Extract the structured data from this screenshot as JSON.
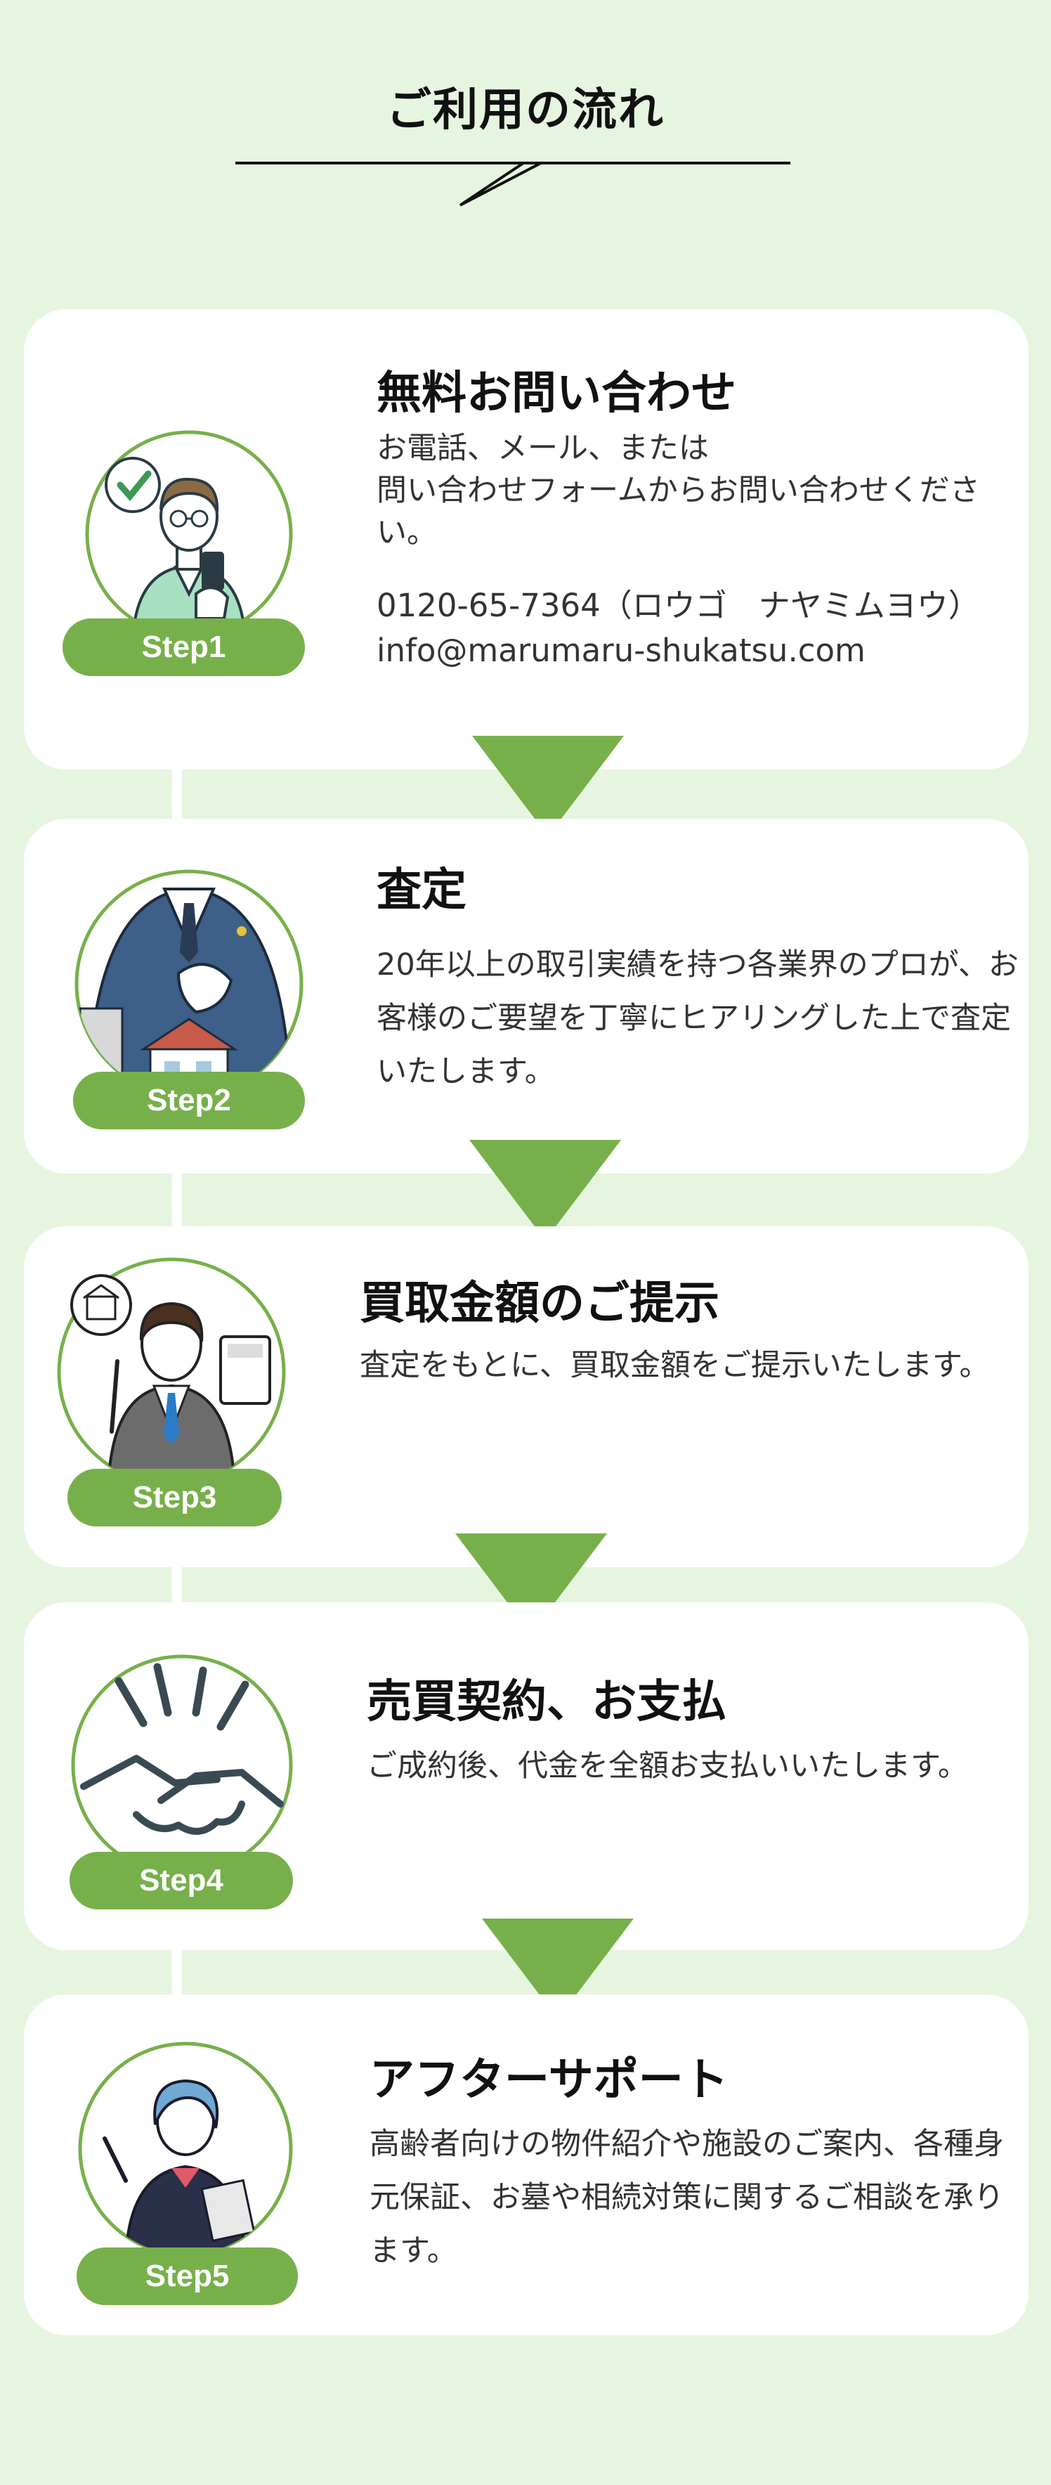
{
  "header": {
    "title": "ご利用の流れ"
  },
  "colors": {
    "background": "#e6f5df",
    "accent": "#77b04a",
    "card": "#ffffff"
  },
  "steps": [
    {
      "label": "Step1",
      "title": "無料お問い合わせ",
      "description": "お電話、メール、または\n問い合わせフォームからお問い合わせください。",
      "phone": "0120-65-7364（ロウゴ　ナヤミムヨウ）",
      "email": "info@marumaru-shukatsu.com",
      "icon": "man-with-phone-icon"
    },
    {
      "label": "Step2",
      "title": "査定",
      "description": "20年以上の取引実績を持つ各業界のプロが、お客様のご要望を丁寧にヒアリングした上で査定いたします。",
      "icon": "businessman-with-buildings-icon"
    },
    {
      "label": "Step3",
      "title": "買取金額のご提示",
      "description": "査定をもとに、買取金額をご提示いたします。",
      "icon": "man-with-calculator-icon"
    },
    {
      "label": "Step4",
      "title": "売買契約、お支払",
      "description": "ご成約後、代金を全額お支払いいたします。",
      "icon": "handshake-icon"
    },
    {
      "label": "Step5",
      "title": "アフターサポート",
      "description": "高齢者向けの物件紹介や施設のご案内、各種身元保証、お墓や相続対策に関するご相談を承ります。",
      "icon": "support-woman-icon"
    }
  ]
}
